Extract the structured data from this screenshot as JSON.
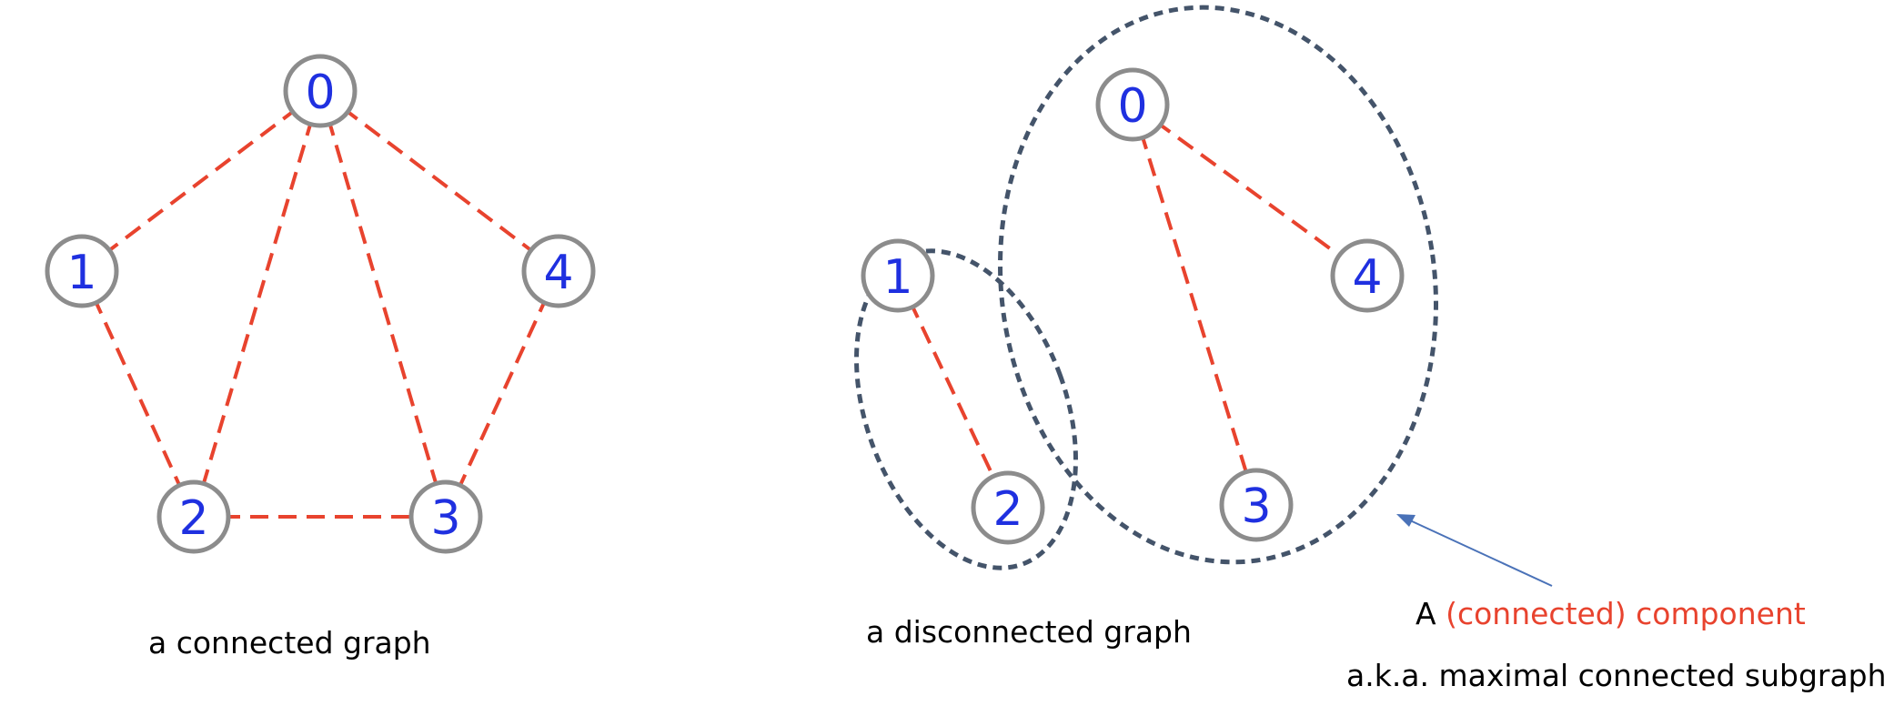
{
  "graphs": [
    {
      "caption": "a connected graph",
      "nodes": [
        {
          "id": "0",
          "label": "0"
        },
        {
          "id": "1",
          "label": "1"
        },
        {
          "id": "2",
          "label": "2"
        },
        {
          "id": "3",
          "label": "3"
        },
        {
          "id": "4",
          "label": "4"
        }
      ],
      "edges": [
        [
          "0",
          "1"
        ],
        [
          "0",
          "2"
        ],
        [
          "0",
          "3"
        ],
        [
          "0",
          "4"
        ],
        [
          "1",
          "2"
        ],
        [
          "2",
          "3"
        ],
        [
          "3",
          "4"
        ]
      ]
    },
    {
      "caption": "a disconnected graph",
      "nodes": [
        {
          "id": "0",
          "label": "0"
        },
        {
          "id": "1",
          "label": "1"
        },
        {
          "id": "2",
          "label": "2"
        },
        {
          "id": "3",
          "label": "3"
        },
        {
          "id": "4",
          "label": "4"
        }
      ],
      "edges": [
        [
          "1",
          "2"
        ],
        [
          "0",
          "3"
        ],
        [
          "0",
          "4"
        ]
      ],
      "components": [
        [
          "1",
          "2"
        ],
        [
          "0",
          "3",
          "4"
        ]
      ]
    }
  ],
  "annotation": {
    "prefix": "A ",
    "highlight": "(connected) component",
    "subtitle": "a.k.a. maximal connected subgraph"
  },
  "colors": {
    "edge": "#e8432e",
    "node_text": "#1f30e0",
    "node_border": "#8c8c8c",
    "component_outline": "#44546a",
    "arrow": "#4a72b8",
    "highlight_text": "#e8432e"
  }
}
